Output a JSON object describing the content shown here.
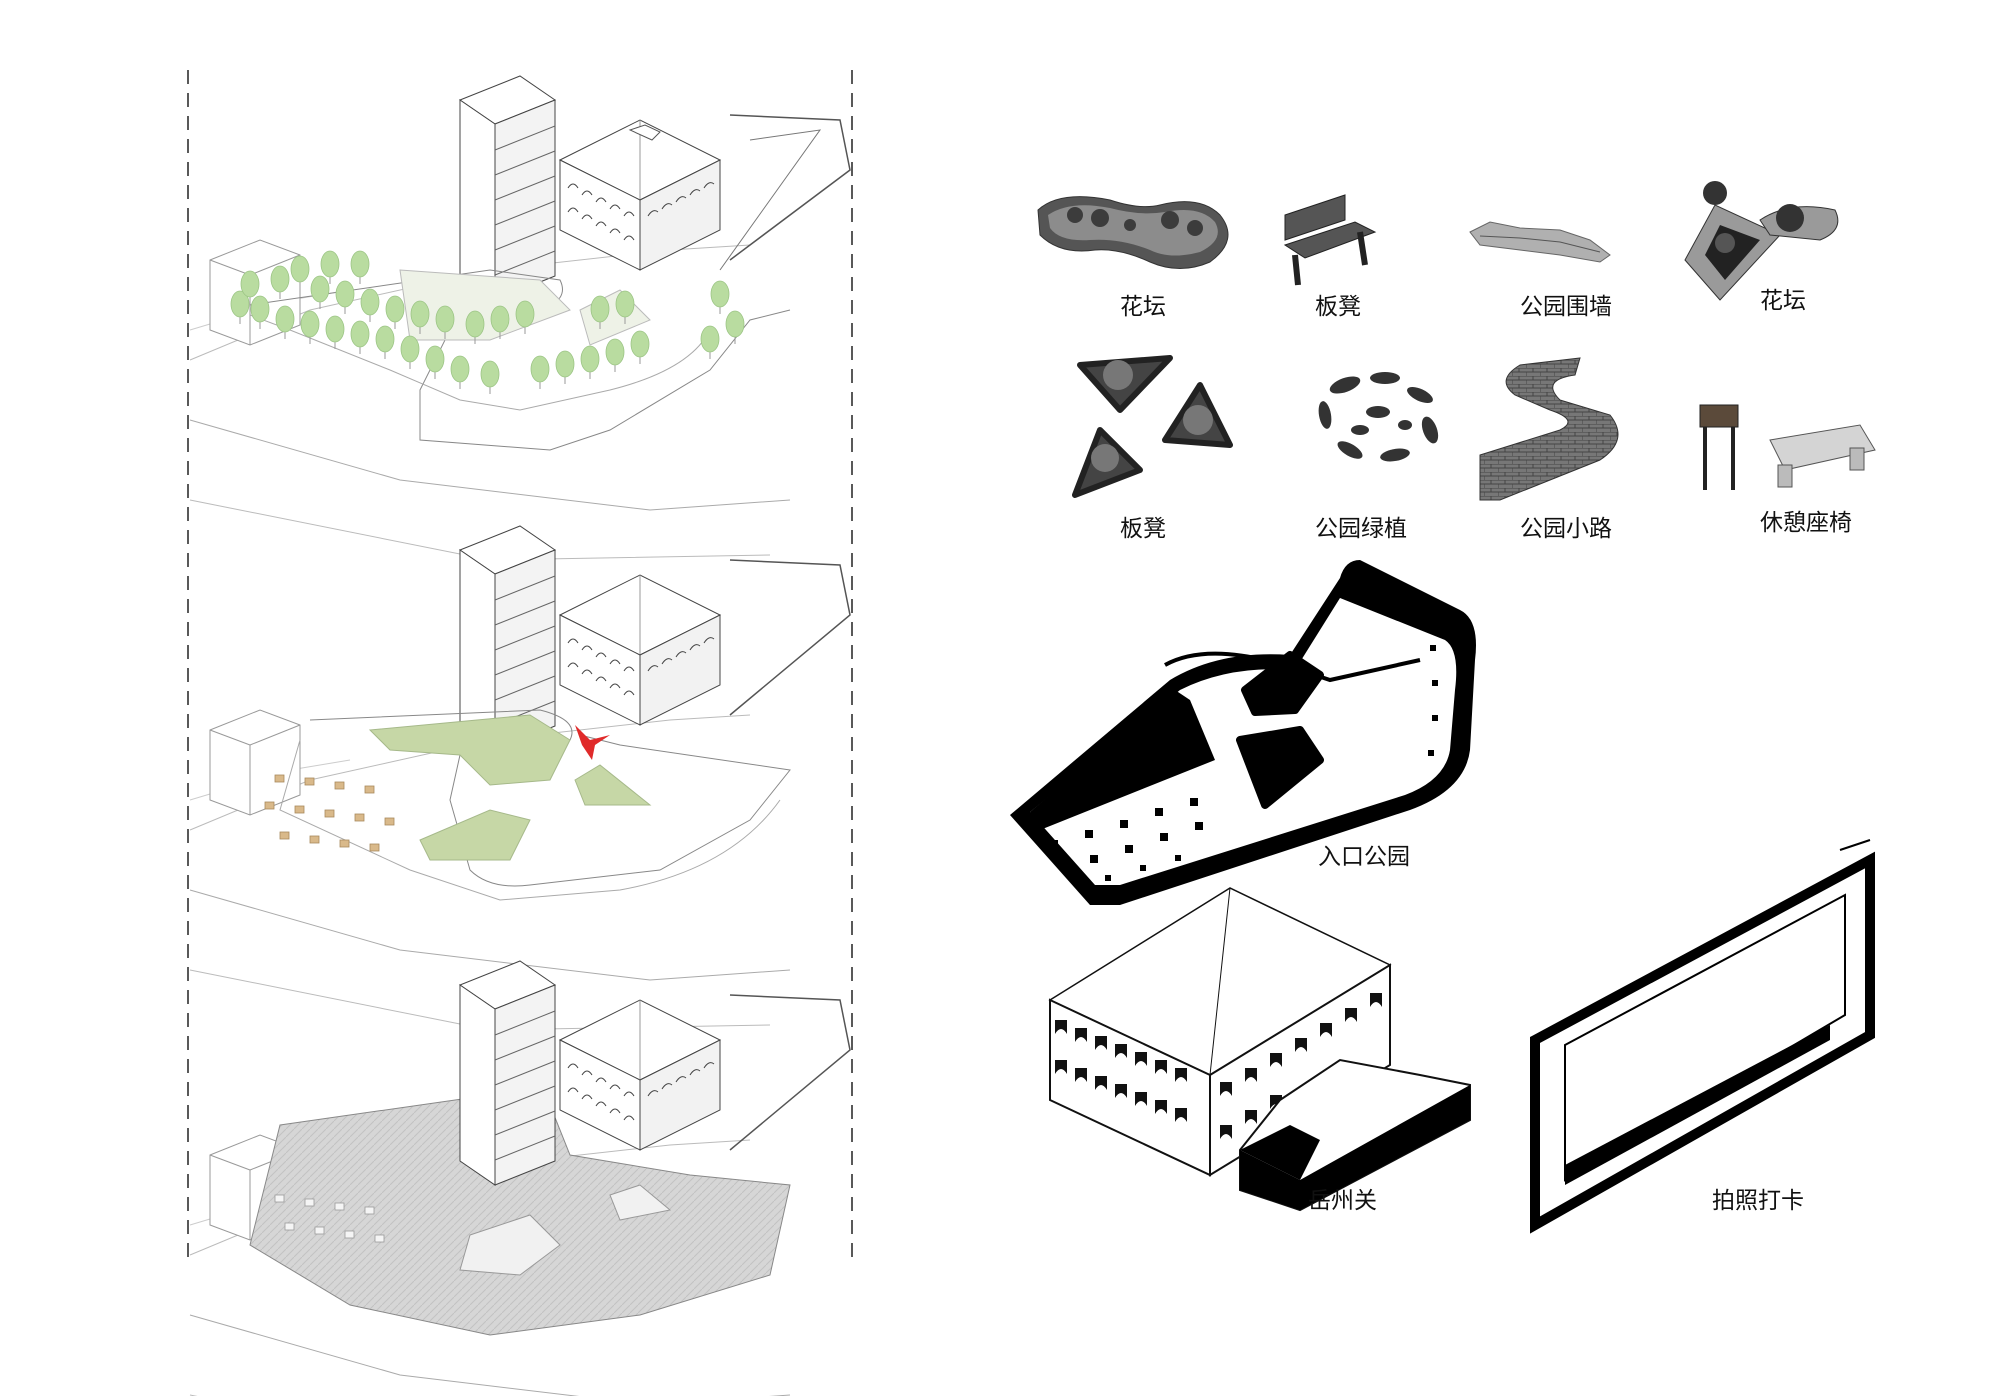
{
  "components": {
    "flower_bed_1": "花坛",
    "bench_1": "板凳",
    "park_wall": "公园围墙",
    "flower_bed_2": "花坛",
    "bench_2": "板凳",
    "park_greenery": "公园绿植",
    "park_path": "公园小路",
    "rest_seat": "休憩座椅"
  },
  "parts": {
    "entrance_park": "入口公园",
    "yuezhou_gate": "岳州关",
    "photo_checkin": "拍照打卡"
  },
  "colors": {
    "tree_green": "#b9dca0",
    "lawn_green": "#c6d7a6",
    "accent_red": "#e02a2a",
    "paving_gray": "#d4d4d4",
    "ink": "#111111"
  },
  "icons": [
    "flower-bed-icon",
    "bench-icon",
    "park-wall-icon",
    "planter-icon",
    "triangle-planter-icon",
    "stepping-stones-icon",
    "paved-path-icon",
    "rest-seat-icon"
  ]
}
